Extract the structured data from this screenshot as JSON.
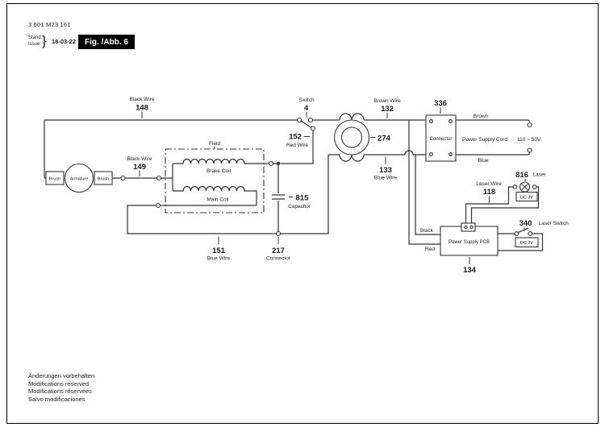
{
  "header": {
    "part_number": "3 601 M23 161",
    "stand": "Stand",
    "issue": "Issue",
    "brace": "}",
    "date": "18-03-22",
    "figure": "Fig. /Abb. 6"
  },
  "diagram": {
    "motor": {
      "brush_left": "Brush",
      "armature": "Armature",
      "brush_right": "Brush"
    },
    "wire148": {
      "label": "Black Wire",
      "ref": "148"
    },
    "wire149": {
      "label": "Black Wire",
      "ref": "149"
    },
    "field": {
      "label": "Field",
      "brake_coil": "Brake Coil",
      "main_coil": "Main Coil"
    },
    "switch4": {
      "label": "Switch",
      "ref": "4"
    },
    "wire152": {
      "ref": "152",
      "label": "Red Wire"
    },
    "choke274": {
      "ref": "274"
    },
    "wire132": {
      "label": "Brown Wire",
      "ref": "132"
    },
    "wire133": {
      "ref": "133",
      "label": "Blue Wire"
    },
    "cap815": {
      "ref": "815",
      "label": "Capacitor"
    },
    "wire151": {
      "ref": "151",
      "label": "Blue Wire"
    },
    "conn217": {
      "ref": "217",
      "label": "Connector"
    },
    "conn336": {
      "ref": "336",
      "label": "Connector"
    },
    "cord": {
      "brown": "Brown",
      "blue": "Blue",
      "label": "Power Supply Cord",
      "voltage": "110 ~ 50V"
    },
    "laser816": {
      "ref": "816",
      "label": "Laser",
      "dc": "DC 3V"
    },
    "wire118": {
      "label": "Laser Wire",
      "ref": "118"
    },
    "switch340": {
      "ref": "340",
      "label": "Laser Switch",
      "dc": "DC 3V"
    },
    "pcb134": {
      "label": "Power Supply PCB",
      "ref": "134",
      "wire_black": "Black",
      "wire_red": "Red"
    }
  },
  "footer": {
    "lines": [
      "Änderungen vorbehalten",
      "Modifications reserved",
      "Modifications réservées",
      "Salvo modificaciones"
    ]
  },
  "colors": {
    "line": "#333333",
    "text": "#1a1a1a",
    "figure_bg": "#000000",
    "figure_fg": "#ffffff"
  }
}
